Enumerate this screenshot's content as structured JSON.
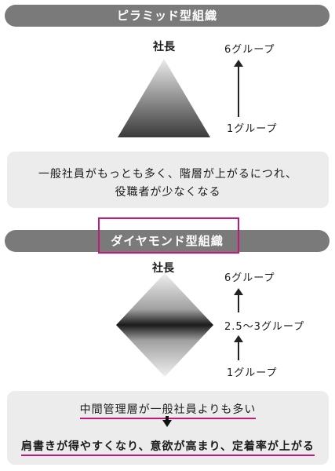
{
  "section1": {
    "title": "ピラミッド型組織",
    "top_label": "社長",
    "upper_level": "6グループ",
    "lower_level": "1グループ",
    "note_line1": "一般社員がもっとも多く、階層が上がるにつれ、",
    "note_line2": "役職者が少なくなる"
  },
  "section2": {
    "title": "ダイヤモンド型組織",
    "top_label": "社長",
    "upper_level": "6グループ",
    "middle_level": "2.5～3グループ",
    "lower_level": "1グループ",
    "cause": "中間管理層が一般社員よりも多い",
    "effect": "肩書きが得やすくなり、意欲が高まり、定着率が上がる"
  },
  "colors": {
    "banner": "#7a7a7a",
    "highlight": "#c2187a",
    "panel": "#ececec"
  }
}
